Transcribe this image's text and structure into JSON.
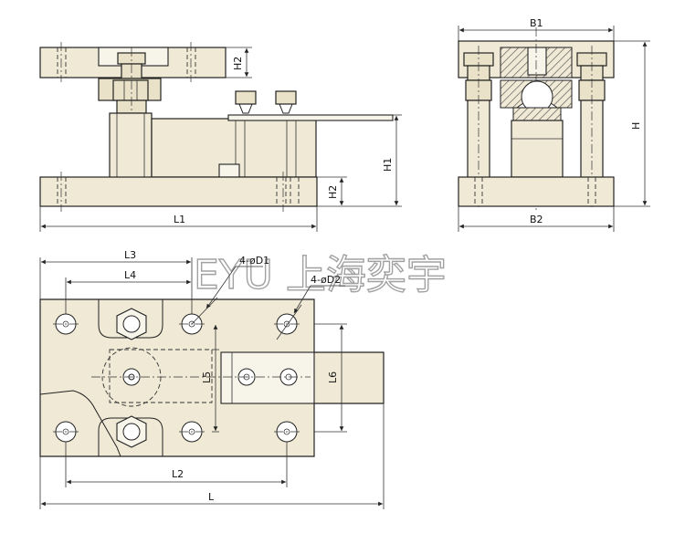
{
  "labels": {
    "front": {
      "L1": "L1",
      "H1": "H1",
      "H2_top": "H2",
      "H2_bottom": "H2"
    },
    "side": {
      "B1": "B1",
      "B2": "B2",
      "H": "H"
    },
    "plan": {
      "L3": "L3",
      "L4": "L4",
      "L2": "L2",
      "L": "L",
      "L5": "L5",
      "L6": "L6",
      "D1": "4-øD1",
      "D2": "4-øD2"
    }
  },
  "watermark": "EYU 上海奕宇",
  "colors": {
    "body_fill": "#efe9d5",
    "line": "#222222",
    "hatch": "#444444"
  }
}
